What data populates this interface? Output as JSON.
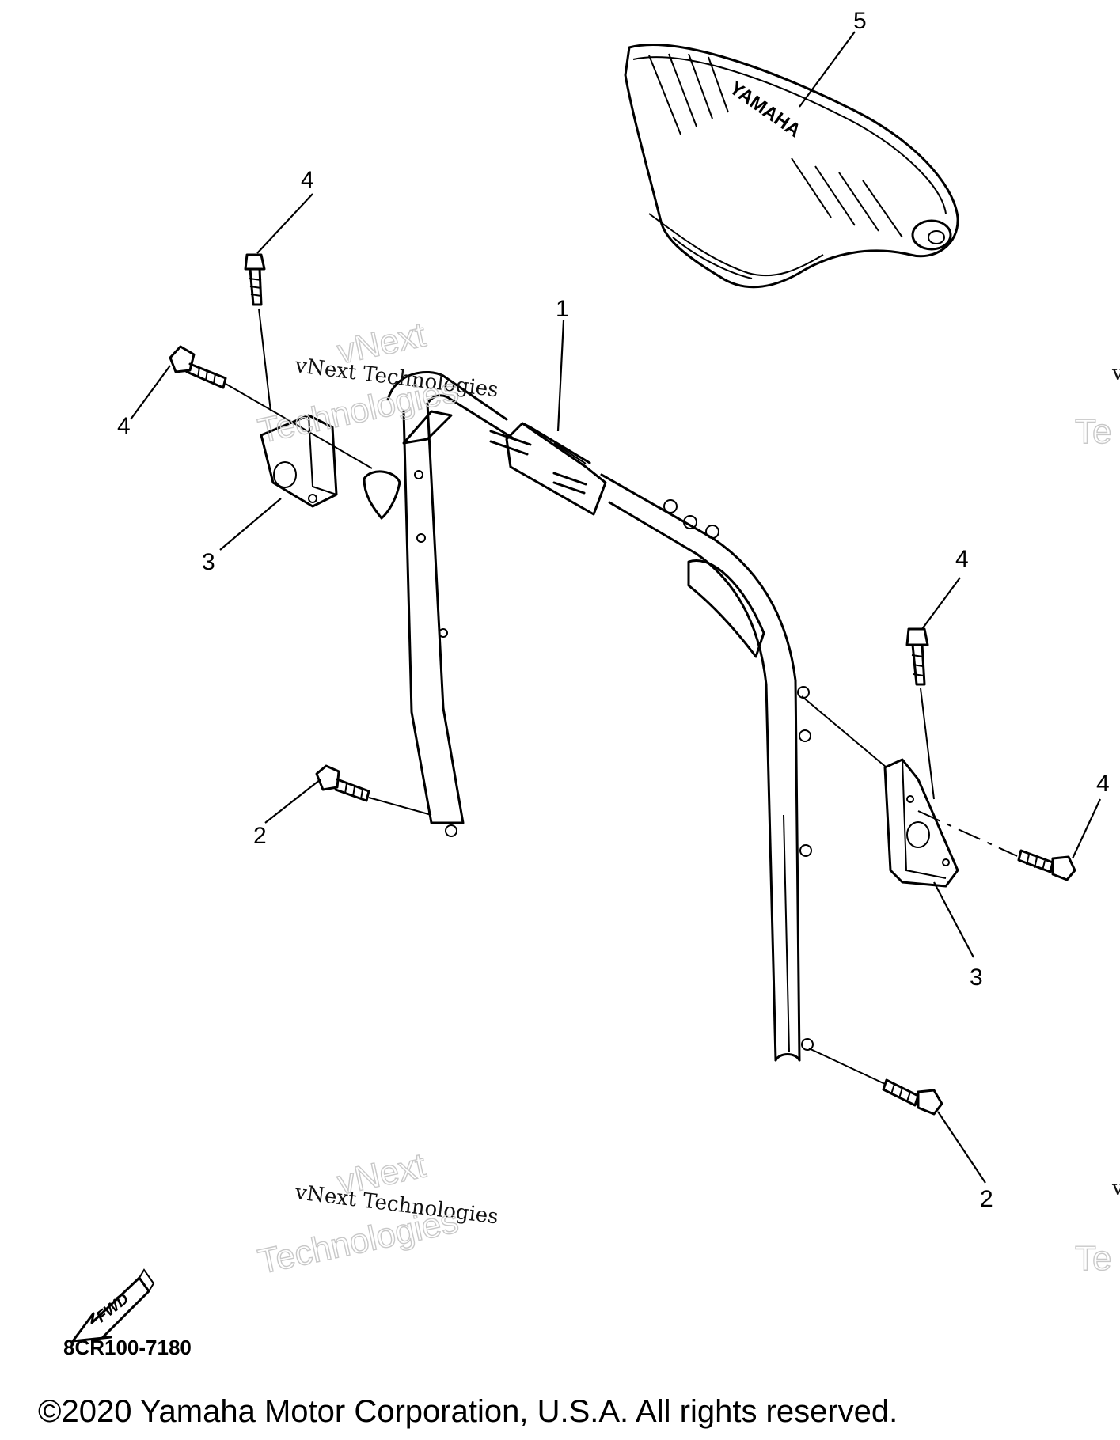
{
  "diagram": {
    "callouts": {
      "part_1": "1",
      "part_2_left": "2",
      "part_2_right": "2",
      "part_3_left": "3",
      "part_3_right": "3",
      "part_4_top": "4",
      "part_4_left": "4",
      "part_4_right_top": "4",
      "part_4_right_bottom": "4",
      "part_5": "5"
    },
    "seat_brand": "YAMAHA",
    "fwd_label": "FWD"
  },
  "watermarks": {
    "small_text": "vNext Technologies",
    "big_line1": "vNext",
    "big_line2": "Technologies",
    "edge_fragment_small": "v",
    "edge_fragment_big": "Te"
  },
  "figure_code": "8CR100-7180",
  "copyright": "©2020 Yamaha Motor Corporation, U.S.A. All rights reserved."
}
